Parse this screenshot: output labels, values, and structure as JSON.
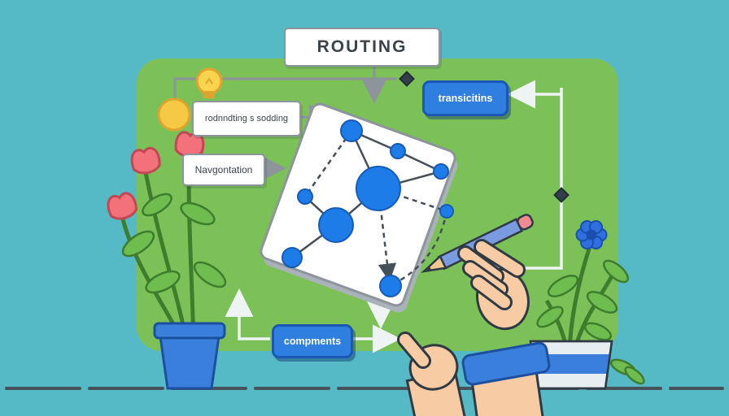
{
  "scene": {
    "title": "ROUTING",
    "labels": {
      "sketch": "rodnndting s sodding",
      "navigation": "Navgontation",
      "transitions": "transicitins",
      "components": "compments"
    },
    "icons": {
      "lightbulb": "lightbulb-icon",
      "idea_dot": "yellow-dot-icon",
      "diamond": "diamond-connector-icon",
      "pencil": "pencil-icon"
    },
    "colors": {
      "background_teal": "#55b9c6",
      "panel_green": "#7cc158",
      "accent_blue": "#2e7fe0",
      "accent_blue_dark": "#1b57b5",
      "node_blue": "#1e7ce8",
      "box_border_gray": "#8d949b",
      "outline_dark": "#303a44",
      "flower_pink": "#f2717b",
      "leaf_green": "#6fbc4f",
      "stem_green": "#3e7d2e",
      "pot_blue": "#3b7fdd",
      "skin_tone": "#f7cba4",
      "bulb_yellow": "#f6c944"
    }
  }
}
